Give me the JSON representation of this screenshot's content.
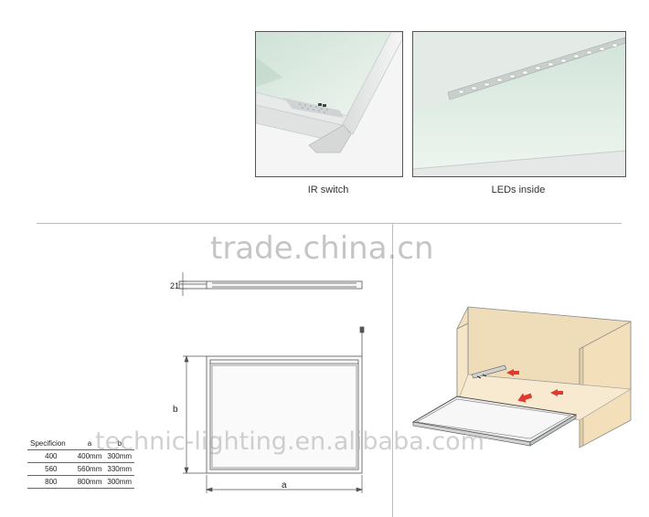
{
  "photos": [
    {
      "caption": "IR switch"
    },
    {
      "caption": "LEDs inside"
    }
  ],
  "watermarks": {
    "main": "trade.china.cn",
    "secondary": "technic-lighting.en.alibaba.com"
  },
  "drawing": {
    "thickness_label": "21",
    "height_label": "b",
    "width_label": "a"
  },
  "spec_table": {
    "headers": [
      "Specificion",
      "a",
      "b"
    ],
    "rows": [
      [
        "400",
        "400mm",
        "300mm"
      ],
      [
        "560",
        "560mm",
        "330mm"
      ],
      [
        "800",
        "800mm",
        "300mm"
      ]
    ]
  }
}
